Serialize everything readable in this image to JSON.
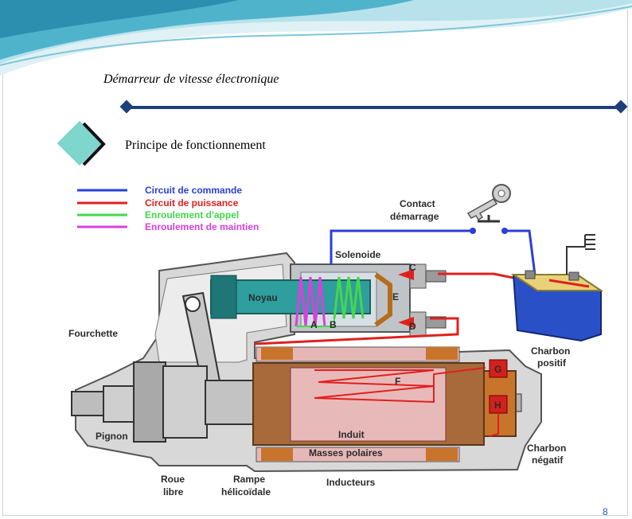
{
  "slide": {
    "title": "Démarreur de vitesse électronique",
    "subtitle": "Principe de fonctionnement",
    "page_number": "8"
  },
  "legend": [
    {
      "label": "Circuit de commande",
      "color": "#2a3fd8"
    },
    {
      "label": "Circuit de puissance",
      "color": "#e0201e"
    },
    {
      "label": "Enroulement d'appel",
      "color": "#43d84a"
    },
    {
      "label": "Enroulement de maintien",
      "color": "#d93fe0"
    }
  ],
  "labels": {
    "contact": "Contact",
    "demarrage": "démarrage",
    "solenoide": "Solenoide",
    "noyau": "Noyau",
    "fourchette": "Fourchette",
    "pignon": "Pignon",
    "roue": "Roue",
    "libre": "libre",
    "rampe": "Rampe",
    "helicoidale": "hélicoïdale",
    "inducteurs": "Inducteurs",
    "induit": "Induit",
    "masses_polaires": "Masses polaires",
    "charbon_positif_1": "Charbon",
    "charbon_positif_2": "positif",
    "charbon_negatif_1": "Charbon",
    "charbon_negatif_2": "négatif",
    "a": "A",
    "b": "B",
    "c": "C",
    "d": "D",
    "e": "E",
    "f": "F",
    "g": "G",
    "h": "H"
  },
  "icons": [
    "diamond-bullet-icon",
    "key-icon",
    "battery-icon",
    "ground-icon"
  ]
}
